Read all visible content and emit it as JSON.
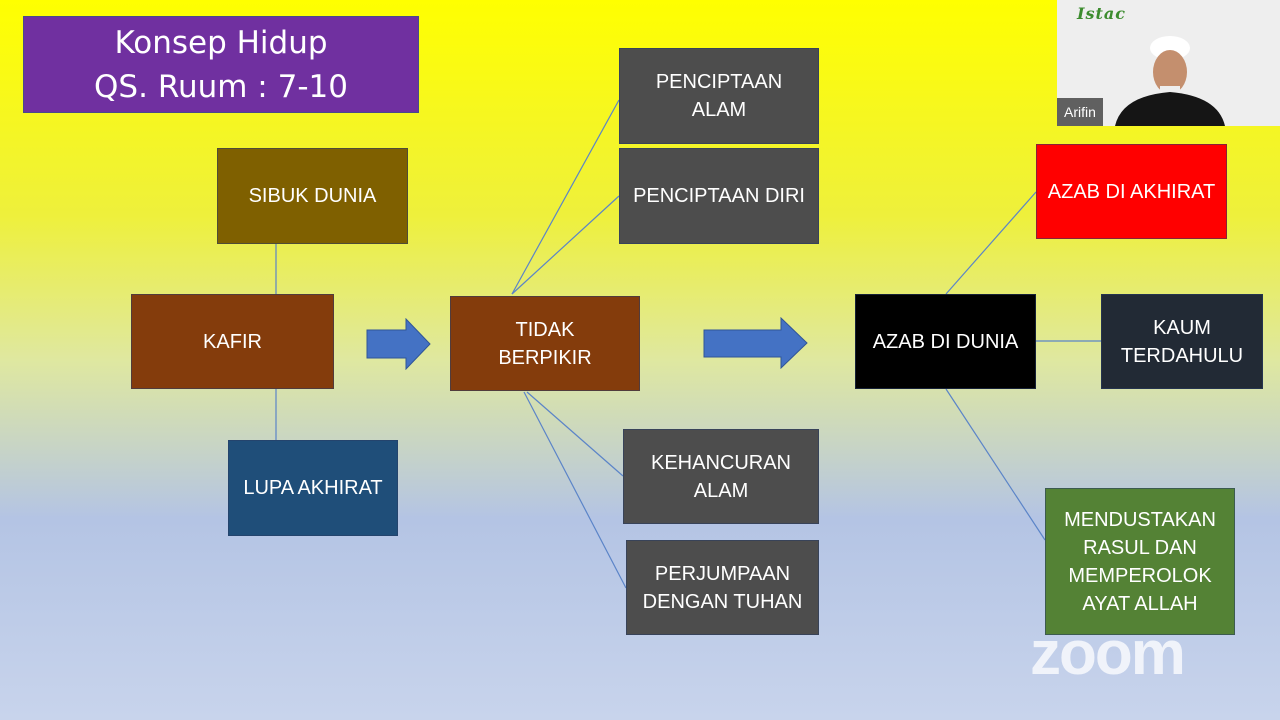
{
  "title": {
    "line1": "Konsep Hidup",
    "line2": "QS. Ruum : 7-10"
  },
  "colors": {
    "title_bg": "#7030a0",
    "sibuk": "#7f6000",
    "kafir": "#843c0c",
    "lupa": "#1f4e79",
    "tidak": "#843c0c",
    "gray_box": "#4d4d4d",
    "azab_akhirat": "#ff0000",
    "azab_dunia": "#000000",
    "kaum": "#222a35",
    "mendustakan": "#548235",
    "arrow": "#4472c4",
    "connector": "#5b84c8"
  },
  "nodes": {
    "sibuk_dunia": "SIBUK DUNIA",
    "kafir": "KAFIR",
    "lupa_akhirat": "LUPA AKHIRAT",
    "tidak_berpikir": "TIDAK\nBERPIKIR",
    "penciptaan_alam": "PENCIPTAAN\nALAM",
    "penciptaan_diri": "PENCIPTAAN DIRI",
    "kehancuran_alam": "KEHANCURAN\nALAM",
    "perjumpaan": "PERJUMPAAN\nDENGAN TUHAN",
    "azab_di_dunia": "AZAB DI DUNIA",
    "azab_di_akhirat": "AZAB DI AKHIRAT",
    "kaum_terdahulu": "KAUM\nTERDAHULU",
    "mendustakan": "MENDUSTAKAN\nRASUL DAN\nMEMPEROLOK\nAYAT ALLAH"
  },
  "webcam": {
    "participant_name": "Arifin",
    "logo_icon": "istac-logo",
    "person_icon": "speaker-video"
  },
  "watermark": {
    "text": "zoom"
  }
}
